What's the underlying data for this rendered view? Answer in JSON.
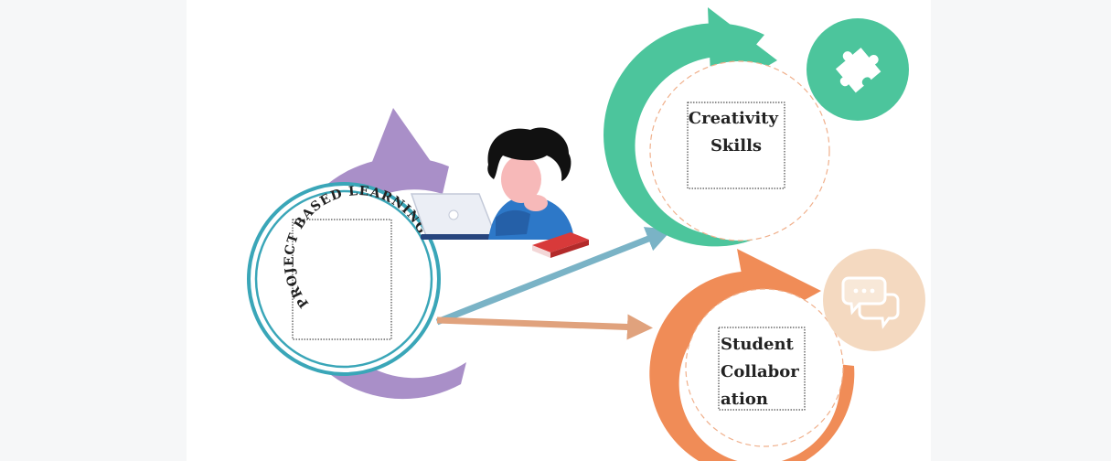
{
  "nodes": {
    "pbl": {
      "label": "PROJECT BASED LEARNING",
      "ring_color": "#3aa6b8",
      "arrow_color": "#a98fc8"
    },
    "creativity": {
      "label_lines": [
        "Creativity",
        "Skills"
      ],
      "color": "#4cc59c",
      "icon": "puzzle-icon"
    },
    "collaboration": {
      "label_lines": [
        "Student",
        "Collabor",
        "ation"
      ],
      "color": "#f08c57",
      "icon": "chat-bubbles-icon",
      "icon_bg": "#f4d9c0"
    }
  },
  "connectors": [
    {
      "from": "pbl",
      "to": "creativity",
      "color": "#7ab3c6"
    },
    {
      "from": "pbl",
      "to": "collaboration",
      "color": "#e0a27d"
    }
  ],
  "illustration": {
    "subject": "boy-studying-with-laptop"
  }
}
